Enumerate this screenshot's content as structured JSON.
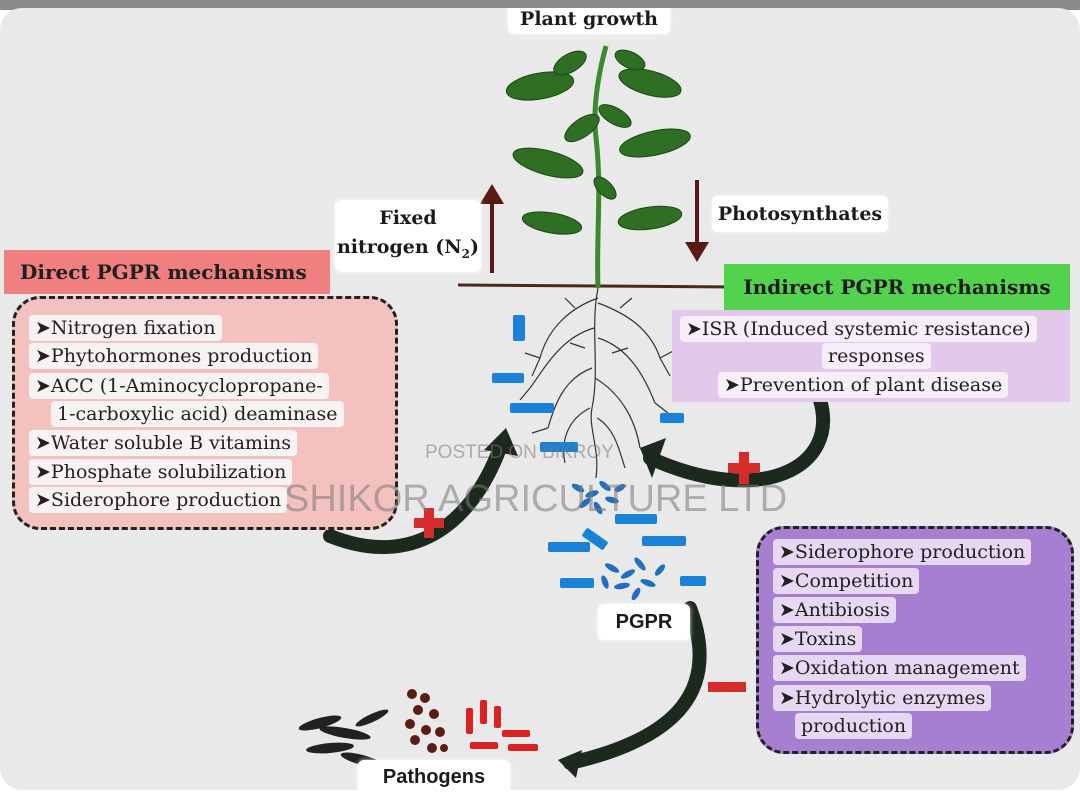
{
  "title": "Plant growth",
  "left_arrow_label": {
    "line1": "Fixed",
    "line2": "nitrogen (N",
    "sub": "2",
    "line2_end": ")"
  },
  "right_arrow_label": "Photosynthates",
  "direct": {
    "title": "Direct PGPR mechanisms",
    "items": [
      "Nitrogen fixation",
      "Phytohormones production",
      "ACC (1-Aminocyclopropane-",
      "1-carboxylic acid) deaminase",
      "Water soluble B vitamins",
      "Phosphate solubilization",
      "Siderophore production"
    ]
  },
  "indirect": {
    "title": "Indirect PGPR mechanisms",
    "items": [
      "ISR (Induced systemic resistance)",
      "responses",
      "Prevention of plant disease"
    ]
  },
  "antagonism": {
    "items": [
      "Siderophore production",
      "Competition",
      "Antibiosis",
      "Toxins",
      "Oxidation management",
      "Hydrolytic enzymes",
      "production"
    ]
  },
  "pgpr_label": "PGPR",
  "pathogens_label": "Pathogens",
  "watermark": {
    "line1": "POSTED ON BIKROY",
    "line2": "SHIKOR AGRICULTURE LTD"
  },
  "colors": {
    "direct_header": "#f08080",
    "direct_box": "#f3c1be",
    "indirect_header": "#53d24e",
    "indirect_box": "#e2c9ec",
    "antagonism_box": "#a77fd0",
    "bacteria_blue": "#1a80d8",
    "pathogen_red": "#d92222",
    "arrow_dark": "#1c2a1e",
    "stem_green": "#3b8a2b",
    "soil_line": "#4a2a1c",
    "plus_red": "#d62b2b",
    "minus_red": "#d62b2b"
  }
}
